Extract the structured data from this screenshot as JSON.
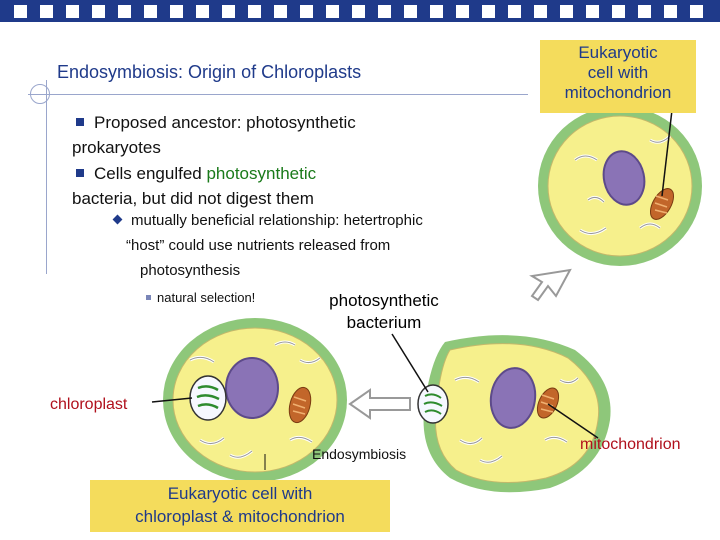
{
  "slide": {
    "title": "Endosymbiosis: Origin of Chloroplasts",
    "bullets": [
      {
        "line1": "Proposed ancestor: photosynthetic",
        "line2": "prokaryotes"
      },
      {
        "line1_pre": "Cells engulfed ",
        "line1_green": "photosynthetic",
        "line2": "bacteria, but did not digest them"
      }
    ],
    "sub_bullet": {
      "line1": "mutually beneficial relationship: hetertrophic",
      "line2": "“host” could use nutrients released from",
      "line3": "photosynthesis"
    },
    "sub_sub_bullet": "natural selection!"
  },
  "figure": {
    "top_label": {
      "line1": "Eukaryotic",
      "line2": "cell with",
      "line3": "mitochondrion"
    },
    "bacterium_label": {
      "line1": "photosynthetic",
      "line2": "bacterium"
    },
    "chloroplast_label": "chloroplast",
    "mitochondrion_label": "mitochondrion",
    "process_label": "Endosymbiosis",
    "bottom_label": {
      "line1": "Eukaryotic cell with",
      "line2": "chloroplast & mitochondrion"
    }
  }
}
